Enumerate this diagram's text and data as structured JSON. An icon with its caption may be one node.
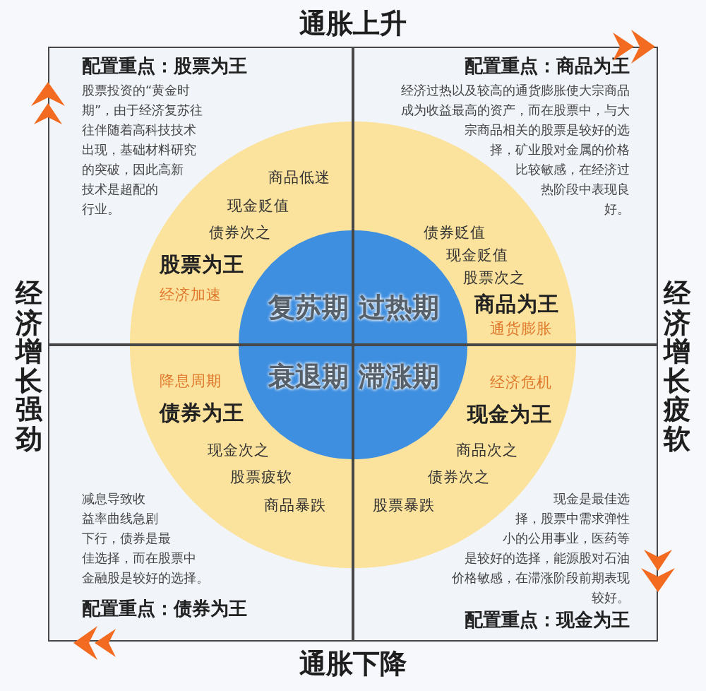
{
  "diagram": {
    "nodes": [
      {
        "text": [
          "配置重点：股票为王",
          "股票投资的“黄金时期”，由于经济复苏往往伴随着高科技技术出现，基础材料研究的突破，因此高新技术是超配的行业。"
        ]
      },
      {
        "text": [
          "商品低迷",
          "现金贬值",
          "债券次之",
          "股票为王",
          "经济加速"
        ],
        "in": 0
      },
      {
        "text": [
          "复苏期"
        ],
        "in": 1
      },
      {
        "text": [
          "配置重点：商品为王",
          "经济过热以及较高的通货膨胀使大宗商品成为收益最高的资产，而在股票中，与大宗商品相关的股票是较好的选择，矿业股对金属的价格比较敏感，在经济过热阶段中表现良好。"
        ]
      },
      {
        "text": [
          "债券贬值",
          "现金贬值",
          "股票次之",
          "商品为王",
          "通货膨胀"
        ],
        "in": 3
      },
      {
        "text": [
          "过热期"
        ],
        "in": 4
      },
      {
        "text": [
          "减息导致收益率曲线急剧下行，债券是最佳选择，而在股票中金融股是较好的选择。",
          "配置重点：债券为王"
        ]
      },
      {
        "text": [
          "降息周期",
          "债券为王",
          "现金次之",
          "股票疲软",
          "商品暴跌"
        ],
        "in": 6
      },
      {
        "text": [
          "衰退期"
        ],
        "in": 7
      },
      {
        "text": [
          "现金是最佳选择，股票中需求弹性小的公用事业，医药等是较好的选择，能源股对石油价格敏感，在滞涨阶段前期表现较好。",
          "配置重点：现金为王"
        ]
      },
      {
        "text": [
          "经济危机",
          "现金为王",
          "商品次之",
          "债券次之",
          "股票暴跌"
        ],
        "in": 9
      },
      {
        "text": [
          "滞涨期"
        ],
        "in": 10
      }
    ],
    "labels": [
      "通胀上升",
      "经济增长强劲",
      "经济增长疲软",
      "通胀下降"
    ]
  }
}
